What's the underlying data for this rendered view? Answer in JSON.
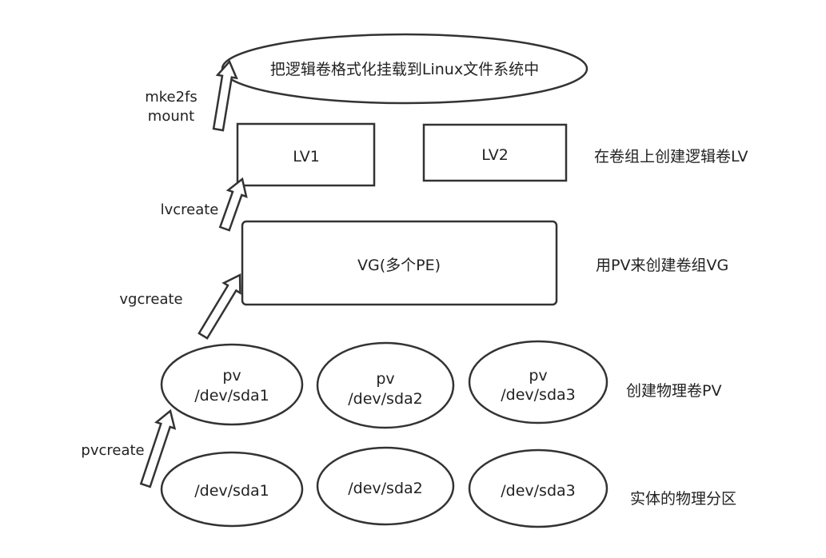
{
  "top_ellipse": {
    "text": "把逻辑卷格式化挂载到Linux文件系统中"
  },
  "logical_volumes": [
    {
      "label": "LV1"
    },
    {
      "label": "LV2"
    }
  ],
  "volume_group": {
    "label": "VG(多个PE)"
  },
  "physical_volumes": [
    {
      "line1": "pv",
      "line2": "/dev/sda1"
    },
    {
      "line1": "pv",
      "line2": "/dev/sda2"
    },
    {
      "line1": "pv",
      "line2": "/dev/sda3"
    }
  ],
  "partitions": [
    {
      "label": "/dev/sda1"
    },
    {
      "label": "/dev/sda2"
    },
    {
      "label": "/dev/sda3"
    }
  ],
  "commands": {
    "mkfs": "mke2fs",
    "mount": "mount",
    "lvcreate": "lvcreate",
    "vgcreate": "vgcreate",
    "pvcreate": "pvcreate"
  },
  "side_notes": {
    "lv": "在卷组上创建逻辑卷LV",
    "vg": "用PV来创建卷组VG",
    "pv": "创建物理卷PV",
    "partition": "实体的物理分区"
  }
}
